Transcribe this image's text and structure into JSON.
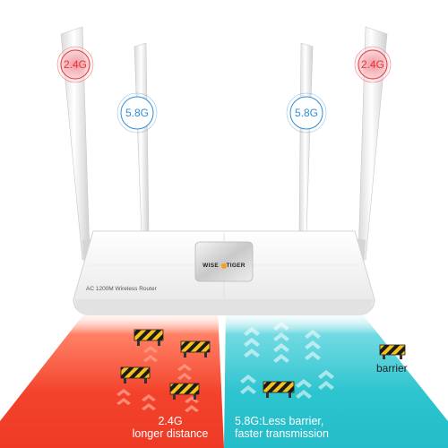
{
  "badges": {
    "left_24": "2.4G",
    "left_58": "5.8G",
    "right_58": "5.8G",
    "right_24": "2.4G",
    "colors": {
      "band_24": "#e8343c",
      "band_58": "#2f8fd8"
    }
  },
  "router": {
    "brand_left": "WISE",
    "brand_right": "TIGER",
    "model": "AC 1200M Wireless Router"
  },
  "legend": {
    "label": "barrier",
    "icon": "barrier-icon"
  },
  "panels": {
    "left": {
      "line1": "2.4G",
      "line2": "longer distance",
      "color": "#f04a2f"
    },
    "right": {
      "line1": "5.8G:Less barrier,",
      "line2": "faster  transmission",
      "color": "#2ec6cf"
    }
  }
}
